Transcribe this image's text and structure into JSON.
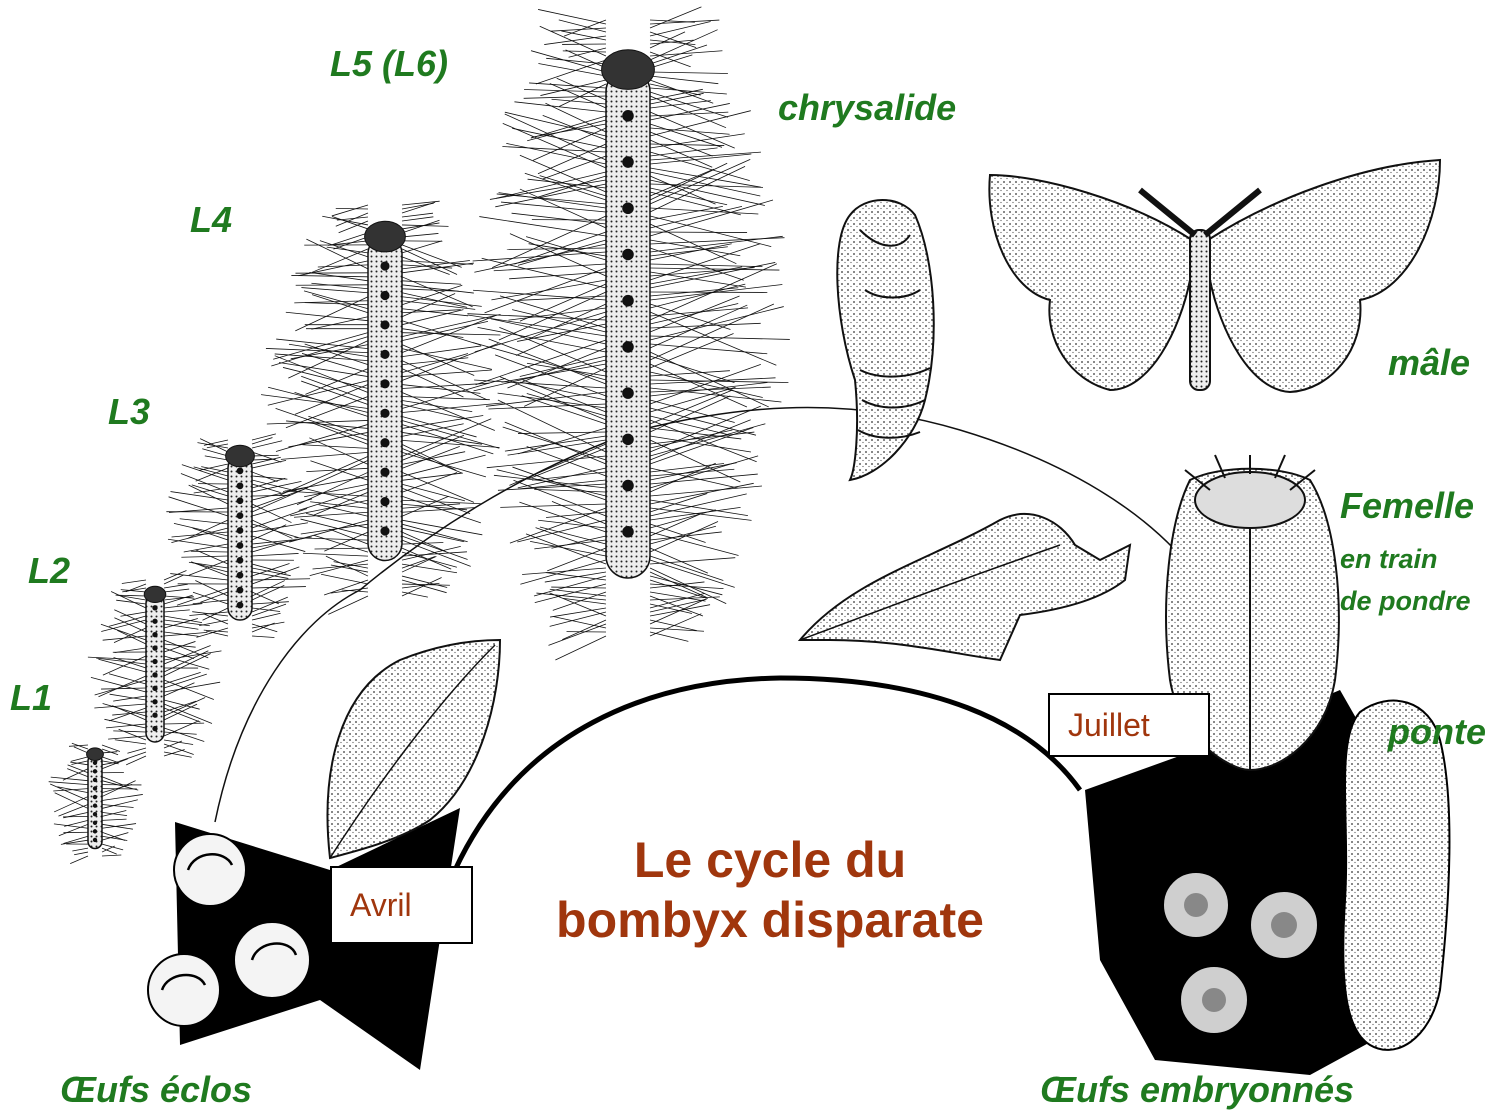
{
  "title": {
    "line1": "Le cycle du",
    "line2": "bombyx disparate"
  },
  "months": {
    "april": "Avril",
    "july": "Juillet"
  },
  "stages": {
    "l1": "L1",
    "l2": "L2",
    "l3": "L3",
    "l4": "L4",
    "l5": "L5 (L6)",
    "chrysalis": "chrysalide",
    "male": "mâle",
    "female": "Femelle",
    "female_note_1": "en train",
    "female_note_2": "de pondre",
    "laying": "ponte",
    "hatched_eggs": "Œufs éclos",
    "embryonated_eggs": "Œufs embryonnés"
  },
  "colors": {
    "stage_label": "#1f7a1f",
    "title": "#a0360d",
    "month": "#a0360d",
    "ink": "#000000"
  }
}
